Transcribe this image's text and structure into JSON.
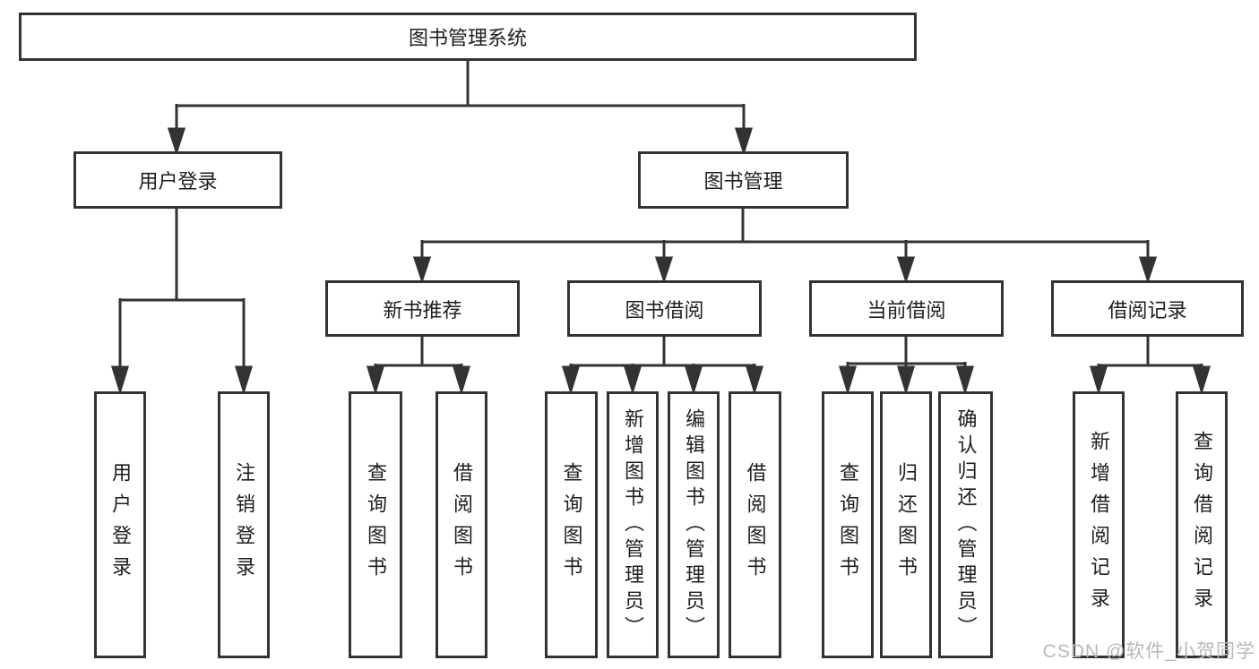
{
  "diagram": {
    "root": {
      "label": "图书管理系统"
    },
    "branches": [
      {
        "label": "用户登录",
        "children": [
          {
            "label": "用户登录"
          },
          {
            "label": "注销登录"
          }
        ]
      },
      {
        "label": "图书管理",
        "children": [
          {
            "label": "新书推荐",
            "children": [
              {
                "label": "查询图书"
              },
              {
                "label": "借阅图书"
              }
            ]
          },
          {
            "label": "图书借阅",
            "children": [
              {
                "label": "查询图书"
              },
              {
                "label": "新增图书（管理员）"
              },
              {
                "label": "编辑图书（管理员）"
              },
              {
                "label": "借阅图书"
              }
            ]
          },
          {
            "label": "当前借阅",
            "children": [
              {
                "label": "查询图书"
              },
              {
                "label": "归还图书"
              },
              {
                "label": "确认归还（管理员）"
              }
            ]
          },
          {
            "label": "借阅记录",
            "children": [
              {
                "label": "新增借阅记录"
              },
              {
                "label": "查询借阅记录"
              }
            ]
          }
        ]
      }
    ]
  },
  "colors": {
    "line": "#333333",
    "box_border": "#333333",
    "text": "#1e1e1e",
    "watermark": "#b8b8b8"
  },
  "watermark": {
    "text": "CSDN @软件_小贺同学"
  }
}
